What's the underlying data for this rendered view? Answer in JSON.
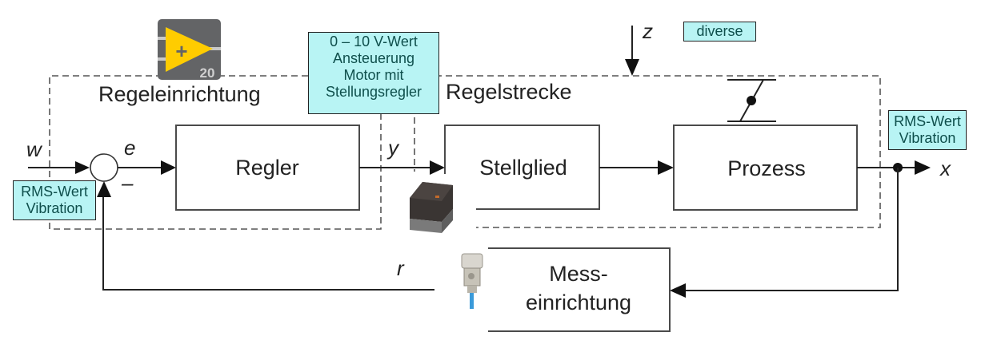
{
  "regions": {
    "controller_region": "Regeleinrichtung",
    "plant_region": "Regelstrecke"
  },
  "blocks": {
    "regler": "Regler",
    "stellglied": "Stellglied",
    "prozess": "Prozess",
    "mess_line1": "Mess-",
    "mess_line2": "einrichtung"
  },
  "signals": {
    "w": "w",
    "e": "e",
    "minus": "–",
    "y": "y",
    "z": "z",
    "x": "x",
    "r": "r"
  },
  "notes": {
    "disturbance": "diverse",
    "actuator": [
      "0 – 10 V-Wert",
      "Ansteuerung",
      "Motor mit",
      "Stellungsregler"
    ],
    "output": [
      "RMS-Wert",
      "Vibration"
    ],
    "feedback": [
      "RMS-Wert",
      "Vibration"
    ]
  },
  "icons": {
    "labview_add_badge": "20",
    "labview_add_symbol": "+"
  },
  "colors": {
    "note_fill": "#b8f4f4",
    "note_text": "#0f4f4c",
    "labview_yellow": "#ffcc00",
    "labview_gray": "#636466",
    "sensor_cable": "#3a9ad9"
  }
}
